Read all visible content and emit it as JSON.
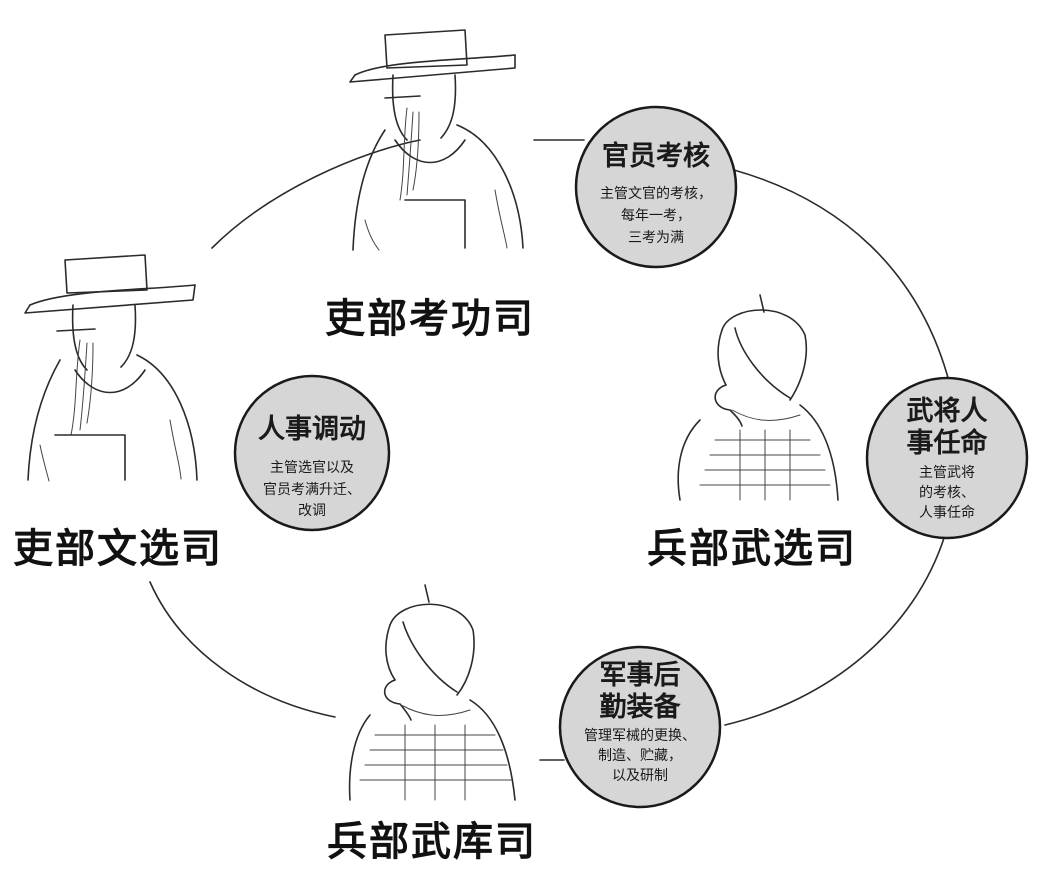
{
  "offices": [
    {
      "id": "libu-kaogong",
      "label": "吏部考功司"
    },
    {
      "id": "libu-wenxuan",
      "label": "吏部文选司"
    },
    {
      "id": "bingbu-wuxuan",
      "label": "兵部武选司"
    },
    {
      "id": "bingbu-wuku",
      "label": "兵部武库司"
    }
  ],
  "duties": [
    {
      "id": "official-assessment",
      "title_lines": [
        "官员考核"
      ],
      "desc_lines": [
        "主管文官的考核，",
        "每年一考，",
        "三考为满"
      ]
    },
    {
      "id": "personnel-transfer",
      "title_lines": [
        "人事调动"
      ],
      "desc_lines": [
        "主管选官以及",
        "官员考满升迁、",
        "改调"
      ]
    },
    {
      "id": "military-appointment",
      "title_lines": [
        "武将人",
        "事任命"
      ],
      "desc_lines": [
        "主管武将",
        "的考核、",
        "人事任命"
      ]
    },
    {
      "id": "military-logistics",
      "title_lines": [
        "军事后",
        "勤装备"
      ],
      "desc_lines": [
        "管理军械的更换、",
        "制造、贮藏，",
        "以及研制"
      ]
    }
  ],
  "colors": {
    "bubble_fill": "#d6d6d6",
    "stroke": "#1a1a1a"
  },
  "icons": {
    "civil-official": "civil-official-portrait",
    "military-officer": "military-officer-portrait"
  }
}
